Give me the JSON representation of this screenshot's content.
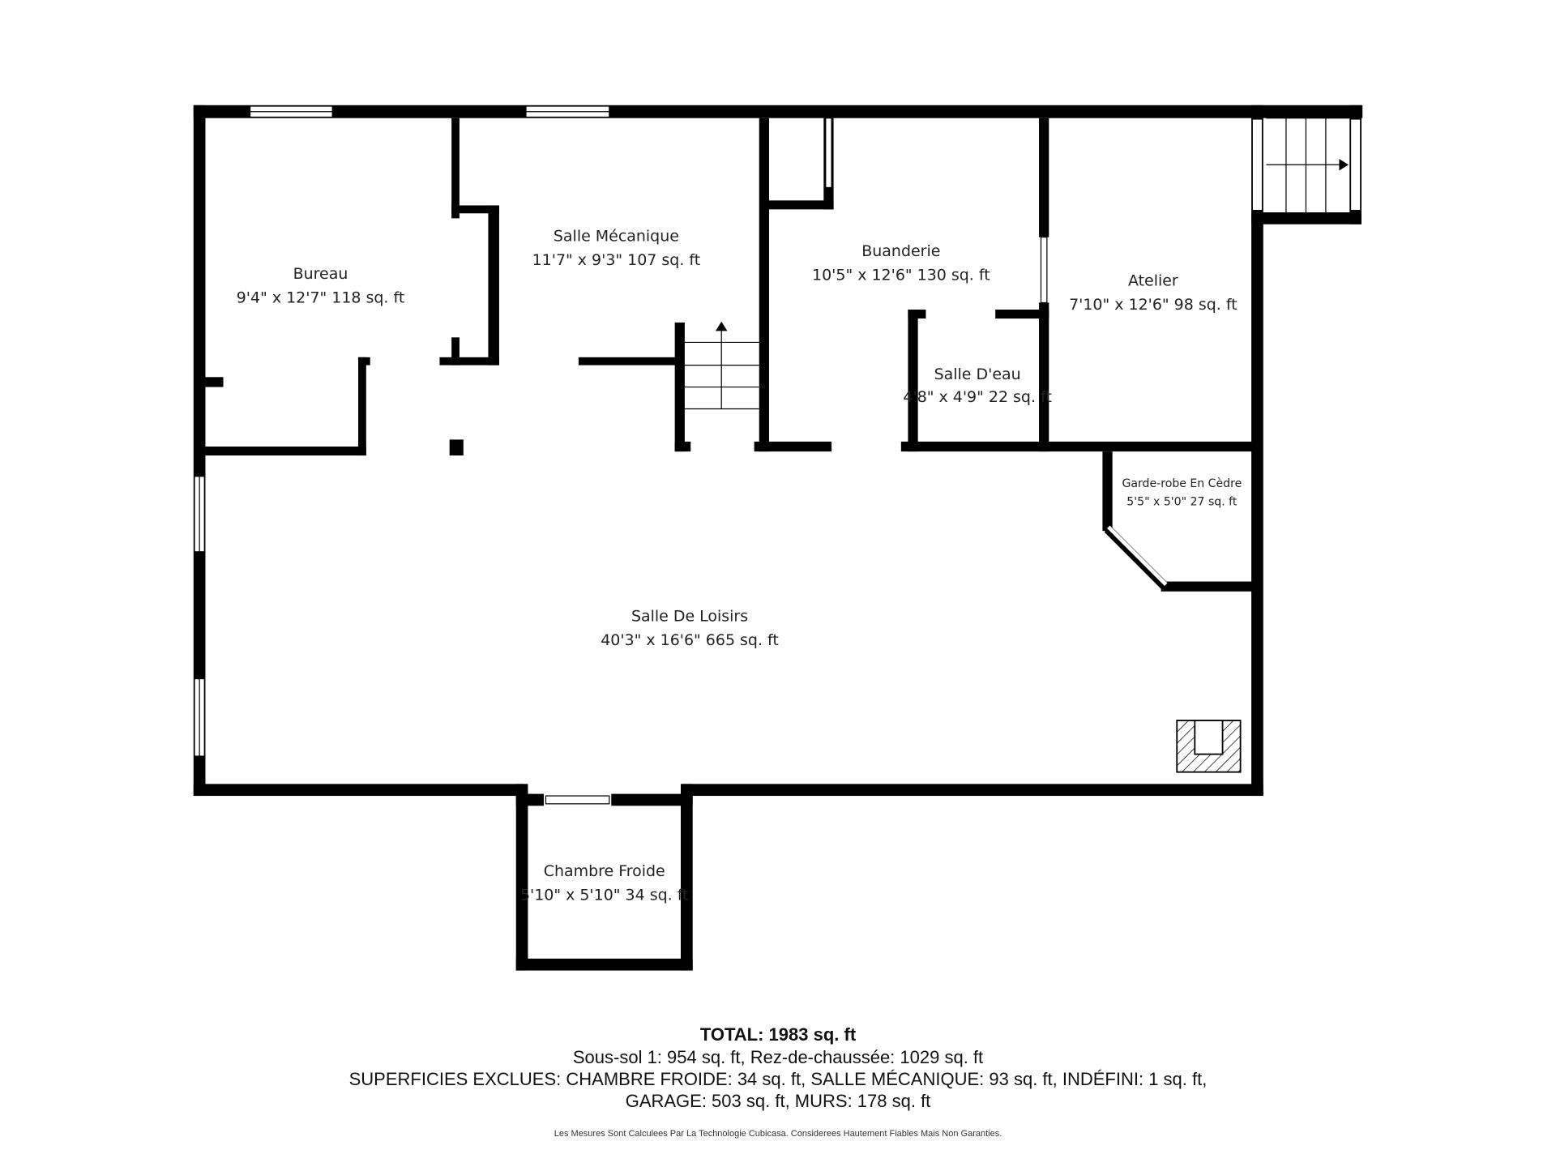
{
  "rooms": [
    {
      "name": "Bureau",
      "dims": "9'4\" x 12'7\" 118 sq. ft"
    },
    {
      "name": "Salle Mécanique",
      "dims": "11'7\" x 9'3\" 107 sq. ft"
    },
    {
      "name": "Buanderie",
      "dims": "10'5\" x 12'6\" 130 sq. ft"
    },
    {
      "name": "Atelier",
      "dims": "7'10\" x 12'6\" 98 sq. ft"
    },
    {
      "name": "Salle D'eau",
      "dims": "4'8\" x 4'9\" 22 sq. ft"
    },
    {
      "name": "Garde-robe En Cèdre",
      "dims": "5'5\" x 5'0\" 27 sq. ft"
    },
    {
      "name": "Salle De Loisirs",
      "dims": "40'3\" x 16'6\" 665 sq. ft"
    },
    {
      "name": "Chambre Froide",
      "dims": "5'10\" x 5'10\" 34 sq. ft"
    }
  ],
  "summary": {
    "total": "TOTAL: 1983 sq. ft",
    "line1": "Sous-sol 1: 954 sq. ft, Rez-de-chaussée: 1029 sq. ft",
    "line2": "SUPERFICIES EXCLUES: CHAMBRE FROIDE: 34 sq. ft, SALLE MÉCANIQUE: 93 sq. ft, INDÉFINI: 1 sq. ft,",
    "line3": "GARAGE: 503 sq. ft, MURS: 178 sq. ft",
    "disclaimer": "Les Mesures Sont Calculees Par La Technologie Cubicasa. Considerees Hautement Fiables Mais Non Garanties."
  }
}
